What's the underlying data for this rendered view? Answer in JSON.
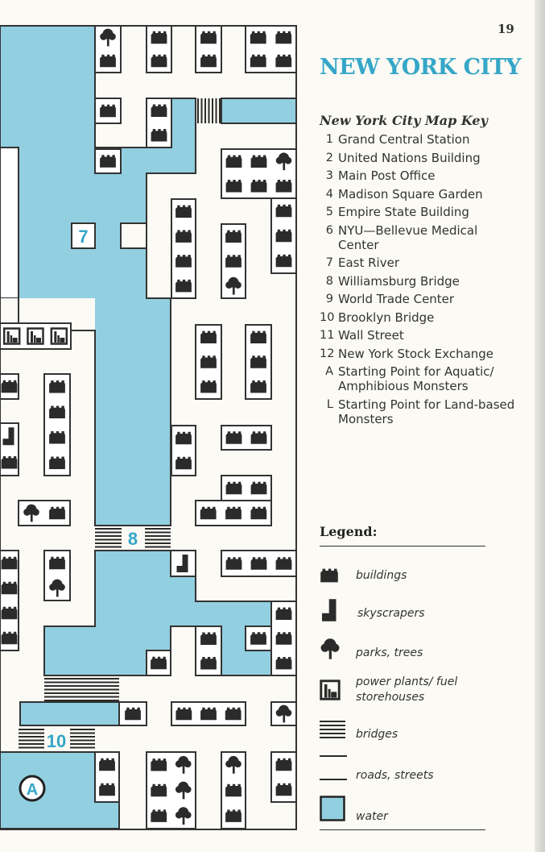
{
  "page_number": "19",
  "title": "NEW YORK CITY",
  "map_key": {
    "heading": "New York City Map Key",
    "items": [
      {
        "id": "1",
        "label": "Grand Central Station"
      },
      {
        "id": "2",
        "label": "United Nations Building"
      },
      {
        "id": "3",
        "label": "Main Post Office"
      },
      {
        "id": "4",
        "label": "Madison Square Garden"
      },
      {
        "id": "5",
        "label": "Empire State Building"
      },
      {
        "id": "6",
        "label": "NYU—Bellevue Medical Center"
      },
      {
        "id": "7",
        "label": "East River"
      },
      {
        "id": "8",
        "label": "Williamsburg Bridge"
      },
      {
        "id": "9",
        "label": "World Trade Center"
      },
      {
        "id": "10",
        "label": "Brooklyn Bridge"
      },
      {
        "id": "11",
        "label": "Wall Street"
      },
      {
        "id": "12",
        "label": "New York Stock Exchange"
      },
      {
        "id": "A",
        "label": "Starting Point for Aquatic/ Amphibious Monsters"
      },
      {
        "id": "L",
        "label": "Starting Point for Land-based Monsters"
      }
    ]
  },
  "legend": {
    "heading": "Legend:",
    "items": [
      {
        "icon": "building-icon",
        "label": "buildings"
      },
      {
        "icon": "skyscraper-icon",
        "label": "skyscrapers"
      },
      {
        "icon": "tree-icon",
        "label": "parks, trees"
      },
      {
        "icon": "power-plant-icon",
        "label": "power plants/ fuel storehouses"
      },
      {
        "icon": "bridge-icon",
        "label": "bridges"
      },
      {
        "icon": "road-icon",
        "label": "roads, streets"
      },
      {
        "icon": "water-icon",
        "label": "water"
      }
    ]
  },
  "map_labels": {
    "east_river": "7",
    "williamsburg": "8",
    "brooklyn": "10",
    "aquatic_start": "A"
  },
  "colors": {
    "water": "#92cfe0",
    "accent": "#36a6c8",
    "ink": "#2a2a2a"
  }
}
